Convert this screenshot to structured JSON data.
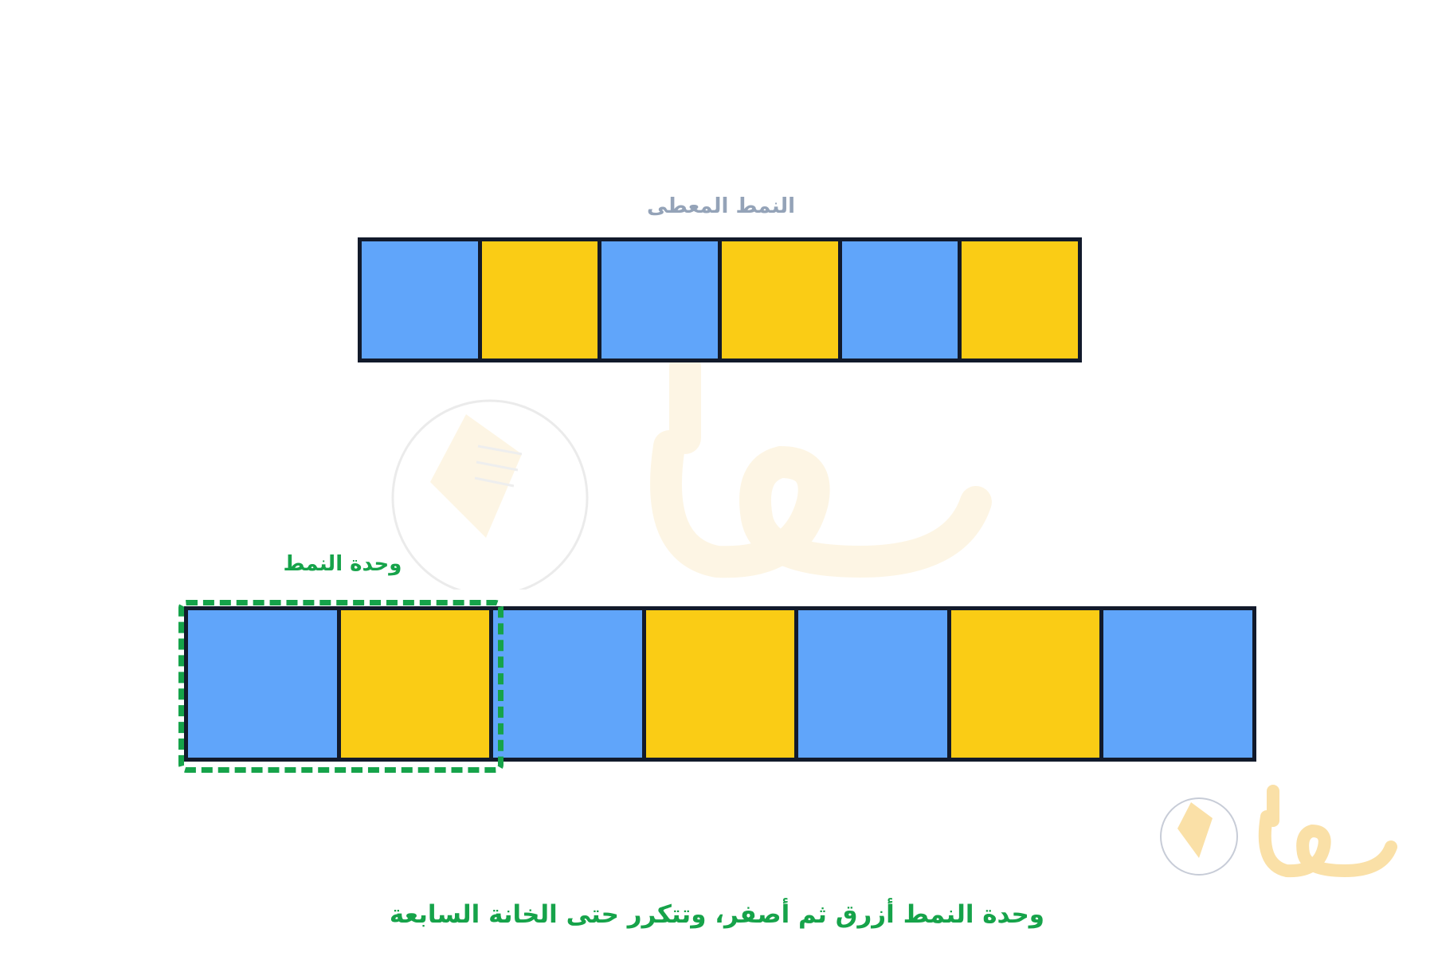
{
  "given_pattern": {
    "title": "النمط المعطى",
    "cells": [
      "blue",
      "yellow",
      "blue",
      "yellow",
      "blue",
      "yellow"
    ]
  },
  "extended_pattern": {
    "unit_label": "وحدة النمط",
    "unit_length": 2,
    "cells": [
      "blue",
      "yellow",
      "blue",
      "yellow",
      "blue",
      "yellow",
      "blue"
    ]
  },
  "caption": "وحدة النمط أزرق ثم أصفر، وتتكرر حتى الخانة السابعة",
  "logo_text": "حلول",
  "colors": {
    "blue": "#60a5fa",
    "yellow": "#facc15",
    "border": "#121a2b",
    "title_gray": "#94a3b8",
    "accent_green": "#16a34a",
    "watermark": "#f6c860"
  }
}
